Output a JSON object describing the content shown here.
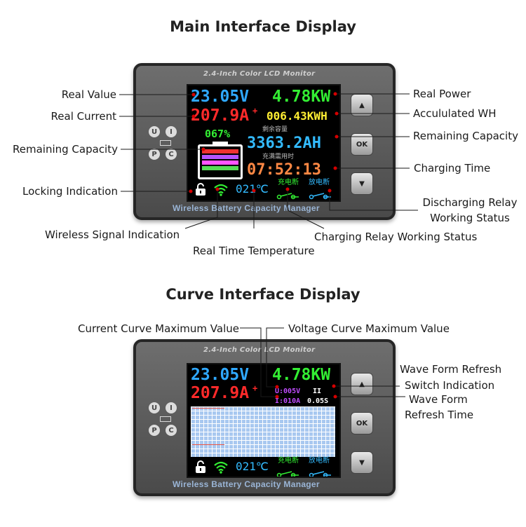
{
  "main": {
    "title": "Main Interface Display",
    "device": {
      "top_banner": "2.4-Inch Color LCD Monitor",
      "bottom_banner": "Wireless Battery Capacity Manager",
      "screen": {
        "voltage": "23.05V",
        "power": "4.78KW",
        "current": "207.9A",
        "current_sign": "+",
        "energy": "006.43KWH",
        "percent": "067%",
        "remaining_title": "剩余容量",
        "capacity": "3363.2AH",
        "time_title": "充满需用时",
        "time": "07:52:13",
        "temperature": "021℃",
        "charge_relay": "充电断",
        "discharge_relay": "放电断"
      },
      "buttons": {
        "up": "▲",
        "ok": "OK",
        "down": "▼"
      },
      "side_icons": {
        "u": "U",
        "i": "I",
        "p": "P",
        "c": "C"
      }
    },
    "labels": {
      "real_value": "Real Value",
      "real_current": "Real Current",
      "remaining_capacity_left": "Remaining Capacity",
      "locking": "Locking Indication",
      "wireless": "Wireless Signal Indication",
      "temperature": "Real Time Temperature",
      "charging_relay": "Charging Relay Working Status",
      "real_power": "Real Power",
      "accumulated": "Accululated WH",
      "remaining_capacity_right": "Remaining Capacity",
      "charging_time": "Charging Time",
      "discharging_relay_1": "Discharging Relay",
      "discharging_relay_2": "Working Status"
    }
  },
  "curve": {
    "title": "Curve Interface Display",
    "device": {
      "top_banner": "2.4-Inch Color LCD Monitor",
      "bottom_banner": "Wireless Battery Capacity Manager",
      "screen": {
        "voltage": "23.05V",
        "power": "4.78KW",
        "current": "207.9A",
        "current_sign": "+",
        "u_max": "U:005V",
        "pause": "II",
        "i_max": "I:010A",
        "refresh": "0.05S",
        "temperature": "021℃",
        "charge_relay": "充电断",
        "discharge_relay": "放电断"
      },
      "buttons": {
        "up": "▲",
        "ok": "OK",
        "down": "▼"
      },
      "side_icons": {
        "u": "U",
        "i": "I",
        "p": "P",
        "c": "C"
      }
    },
    "labels": {
      "current_curve_max": "Current Curve Maximum Value",
      "voltage_curve_max": "Voltage Curve Maximum Value",
      "wave_refresh_1": "Wave Form Refresh",
      "wave_refresh_2": "Switch Indication",
      "wave_time_1": "Wave Form",
      "wave_time_2": "Refresh Time"
    }
  },
  "colors": {
    "voltage": "#2fa8ff",
    "power": "#33ee33",
    "current": "#ff2a2a",
    "energy": "#ffee33",
    "capacity": "#33bbff",
    "time": "#ff8844",
    "leader": "#d40000",
    "purple": "#c04cff"
  }
}
